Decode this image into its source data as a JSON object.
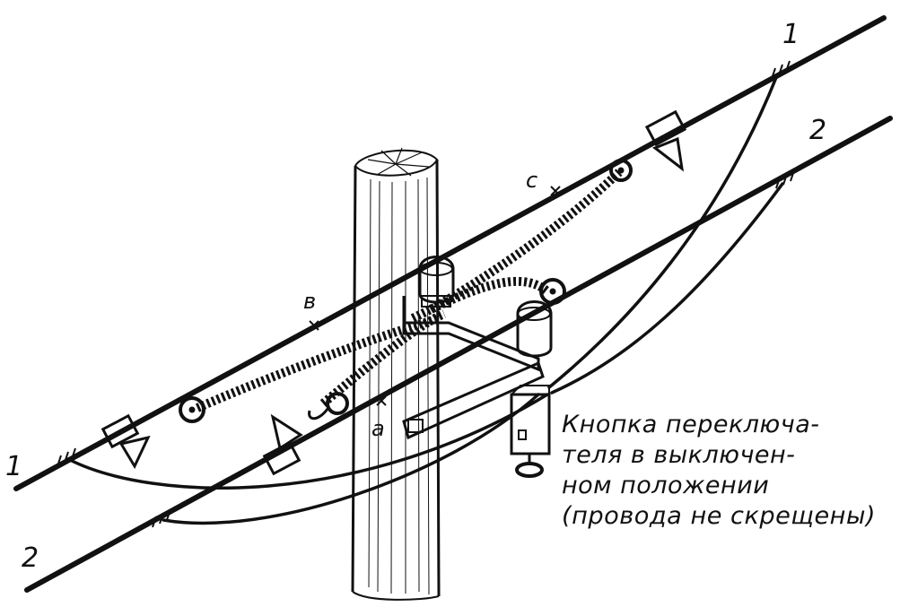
{
  "wire_labels": {
    "line1_right": "1",
    "line2_right": "2",
    "line1_left": "1",
    "line2_left": "2"
  },
  "points": {
    "a": "a",
    "b": "в",
    "c": "с"
  },
  "caption": {
    "line1": "Кнопка переключа-",
    "line2": "теля в выключен-",
    "line3": "ном положении",
    "line4": "(провода не скрещены)"
  }
}
